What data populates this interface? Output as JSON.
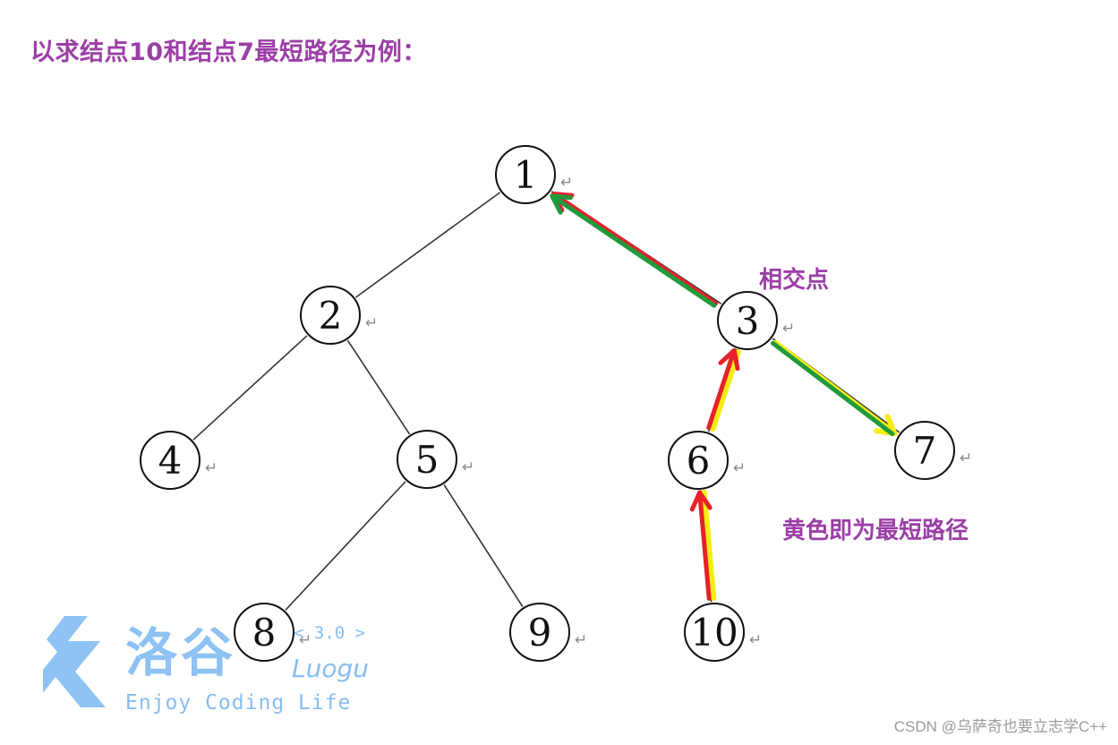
{
  "title": "以求结点10和结点7最短路径为例：",
  "tree": {
    "nodes": [
      {
        "id": "n1",
        "label": "1"
      },
      {
        "id": "n2",
        "label": "2"
      },
      {
        "id": "n3",
        "label": "3"
      },
      {
        "id": "n4",
        "label": "4"
      },
      {
        "id": "n5",
        "label": "5"
      },
      {
        "id": "n6",
        "label": "6"
      },
      {
        "id": "n7",
        "label": "7"
      },
      {
        "id": "n8",
        "label": "8"
      },
      {
        "id": "n9",
        "label": "9"
      },
      {
        "id": "n10",
        "label": "10"
      }
    ],
    "edges": [
      {
        "from": "n1",
        "to": "n2"
      },
      {
        "from": "n1",
        "to": "n3"
      },
      {
        "from": "n2",
        "to": "n4"
      },
      {
        "from": "n2",
        "to": "n5"
      },
      {
        "from": "n3",
        "to": "n6"
      },
      {
        "from": "n3",
        "to": "n7"
      },
      {
        "from": "n5",
        "to": "n8"
      },
      {
        "from": "n5",
        "to": "n9"
      },
      {
        "from": "n6",
        "to": "n10"
      }
    ],
    "return_mark": "↵"
  },
  "arrows": {
    "red_path": [
      "n10",
      "n6",
      "n3",
      "n1"
    ],
    "green_path": [
      "n7",
      "n3",
      "n1"
    ],
    "yellow_path": [
      "n10",
      "n6",
      "n3",
      "n7"
    ],
    "colors": {
      "red": "#e8202a",
      "green": "#1f9a3c",
      "yellow": "#f5ec12",
      "highlight": "#9b3fa6"
    }
  },
  "annotations": {
    "intersection_label": "相交点",
    "shortest_path_label": "黄色即为最短路径"
  },
  "logo": {
    "chinese": "洛谷",
    "version": "< 3.0 >",
    "english": "Luogu",
    "tagline": "Enjoy Coding Life",
    "icon": "luogu-logo-icon"
  },
  "watermark": "CSDN @乌萨奇也要立志学C++"
}
